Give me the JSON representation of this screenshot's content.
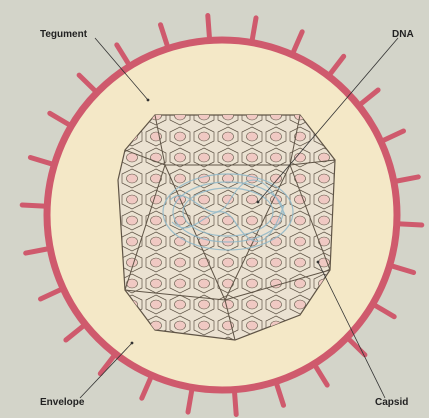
{
  "labels": {
    "tegument": "Tegument",
    "dna": "DNA",
    "envelope": "Envelope",
    "capsid": "Capsid"
  },
  "colors": {
    "background": "#d3d4c9",
    "envelope": "#cf5a6d",
    "tegument": "#f4e8c7",
    "capsid_face": "#ebe2d2",
    "capsomer_fill": "#f0c9c3",
    "outline": "#5f5446",
    "dna": "#8fb7c8"
  }
}
